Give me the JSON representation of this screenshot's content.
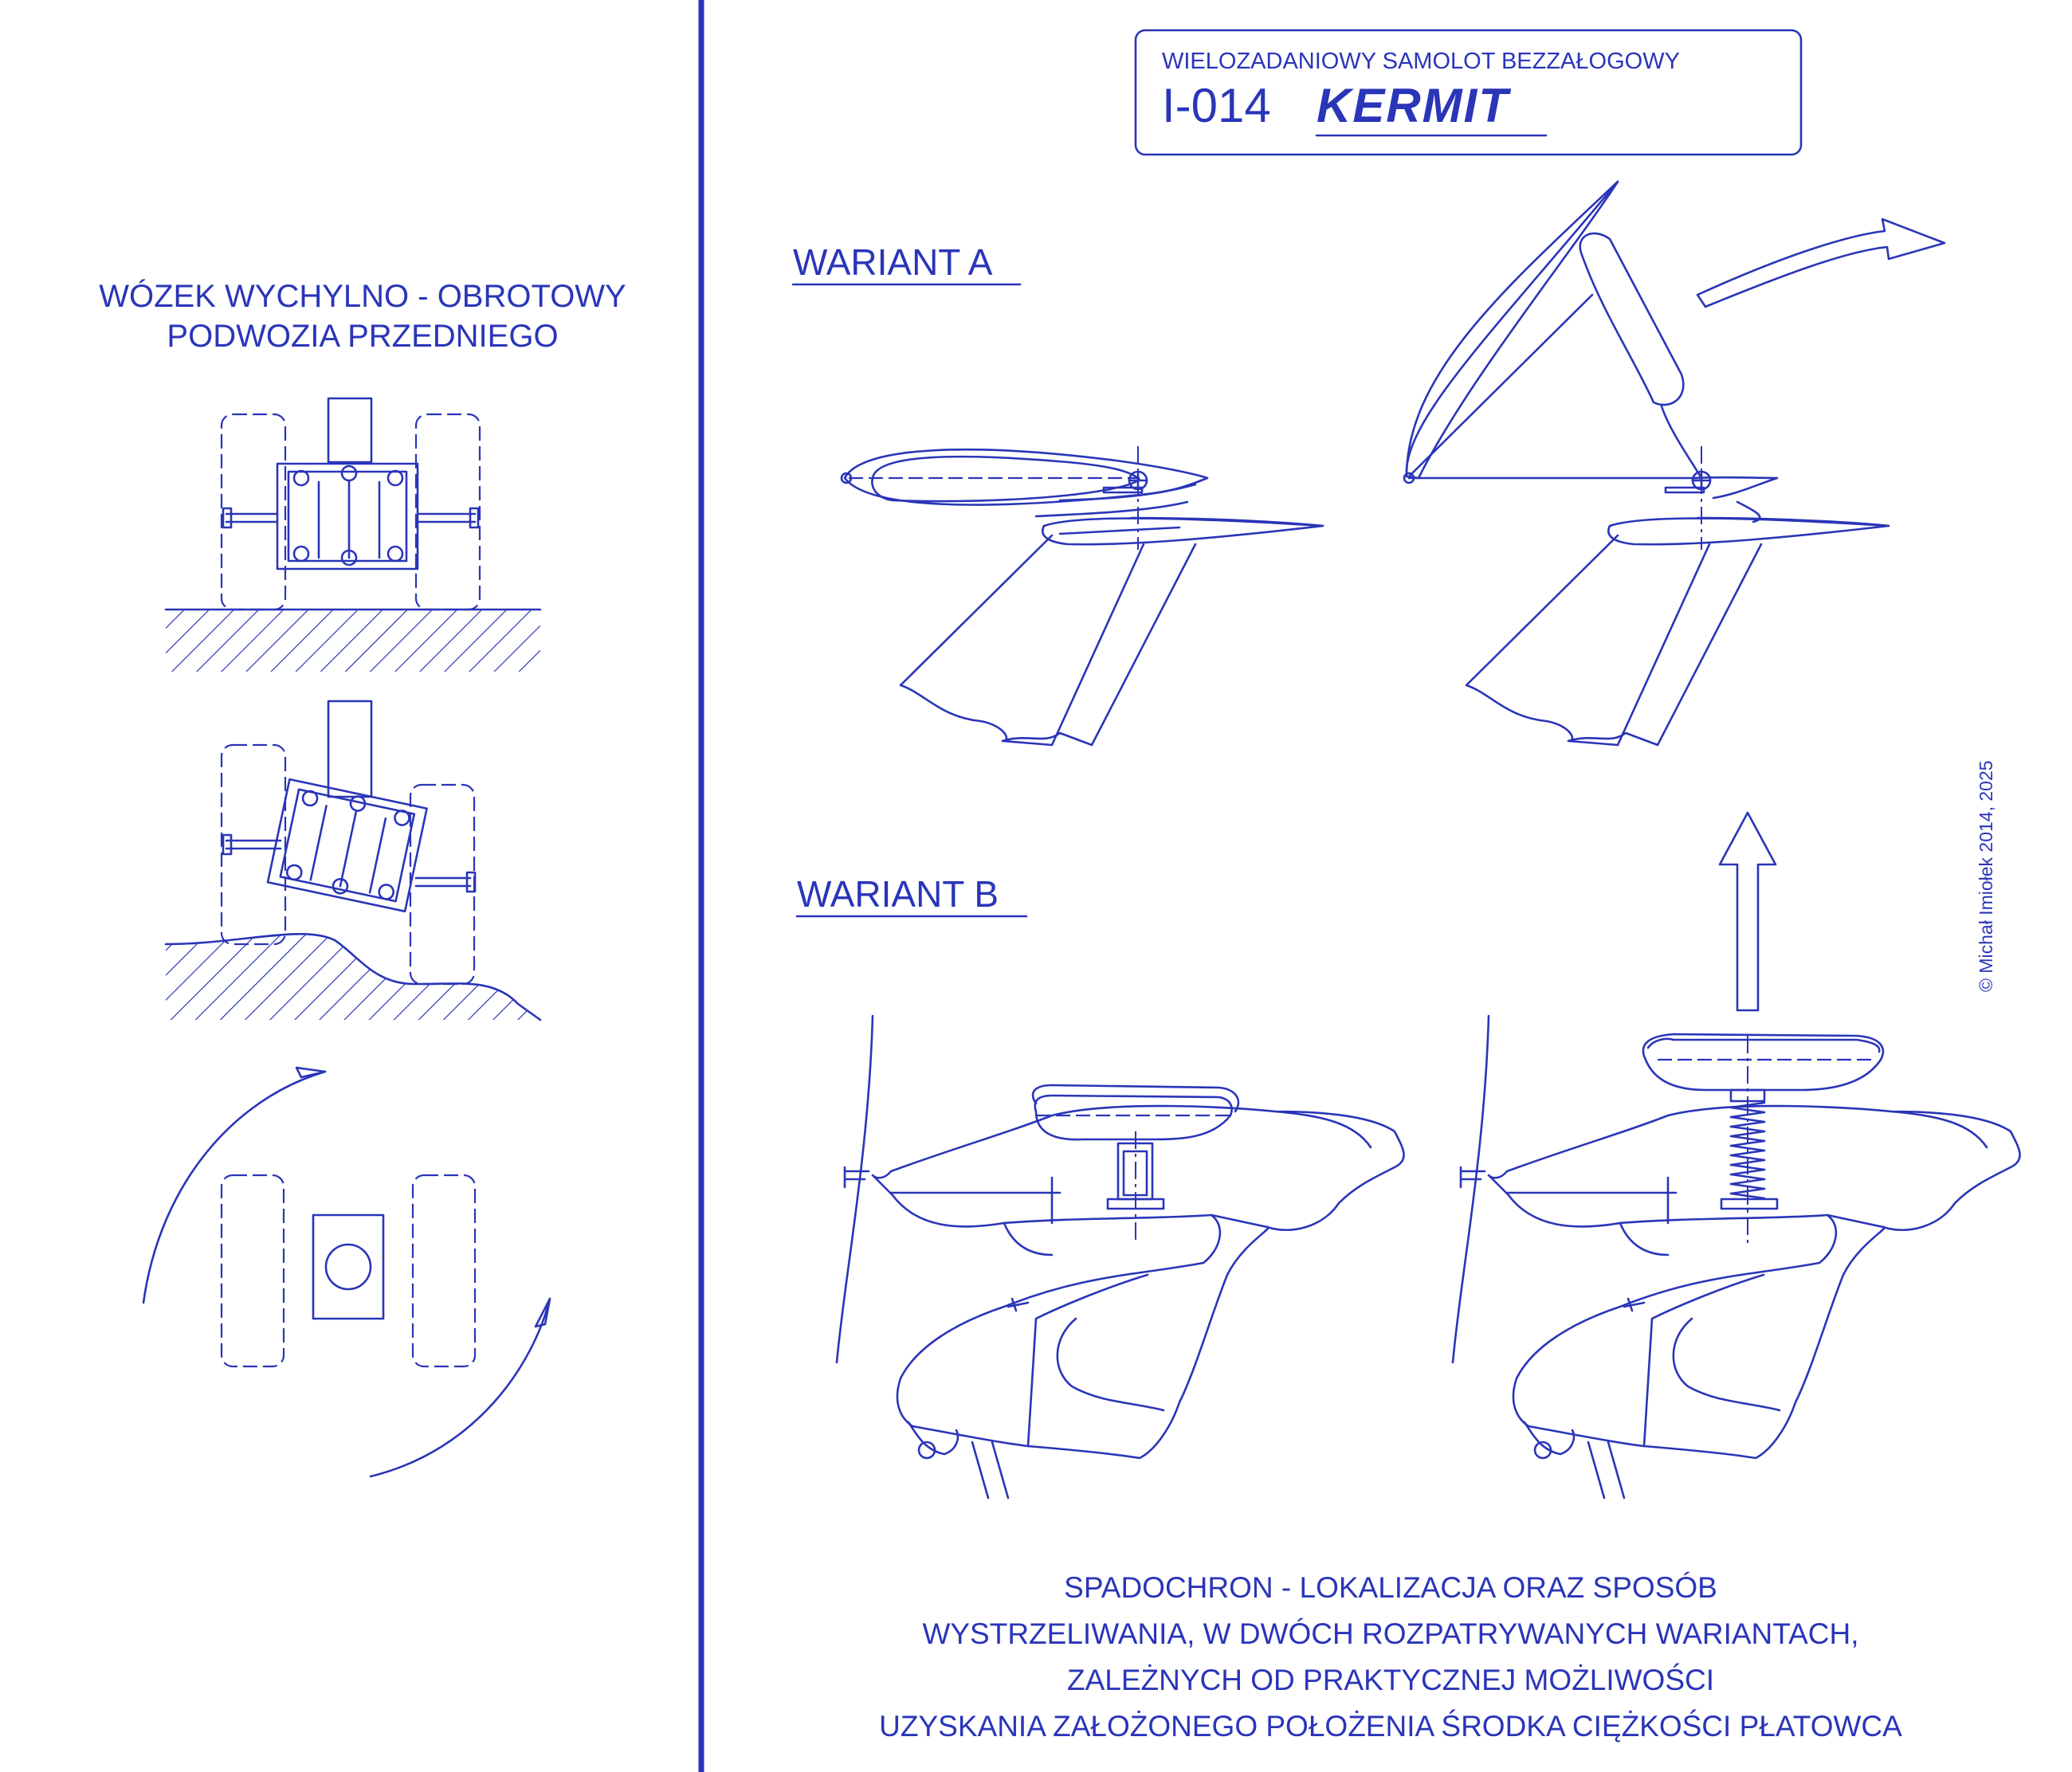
{
  "title_box": {
    "subtitle": "WIELOZADANIOWY SAMOLOT BEZZAŁOGOWY",
    "designation": "I-014",
    "name": "KERMIT"
  },
  "left_panel": {
    "heading_line1": "WÓZEK WYCHYLNO - OBROTOWY",
    "heading_line2": "PODWOZIA PRZEDNIEGO"
  },
  "variant_a": {
    "label": "WARIANT A"
  },
  "variant_b": {
    "label": "WARIANT B"
  },
  "caption": {
    "line1": "SPADOCHRON - LOKALIZACJA ORAZ SPOSÓB",
    "line2": "WYSTRZELIWANIA, W DWÓCH ROZPATRYWANYCH WARIANTACH,",
    "line3": "ZALEŻNYCH OD PRAKTYCZNEJ MOŻLIWOŚCI",
    "line4": "UZYSKANIA ZAŁOŻONEGO POŁOŻENIA ŚRODKA CIĘŻKOŚCI PŁATOWCA"
  },
  "copyright": "© Michał Imiołek 2014, 2025",
  "colors": {
    "ink": "#2a35b8",
    "background": "#ffffff"
  }
}
